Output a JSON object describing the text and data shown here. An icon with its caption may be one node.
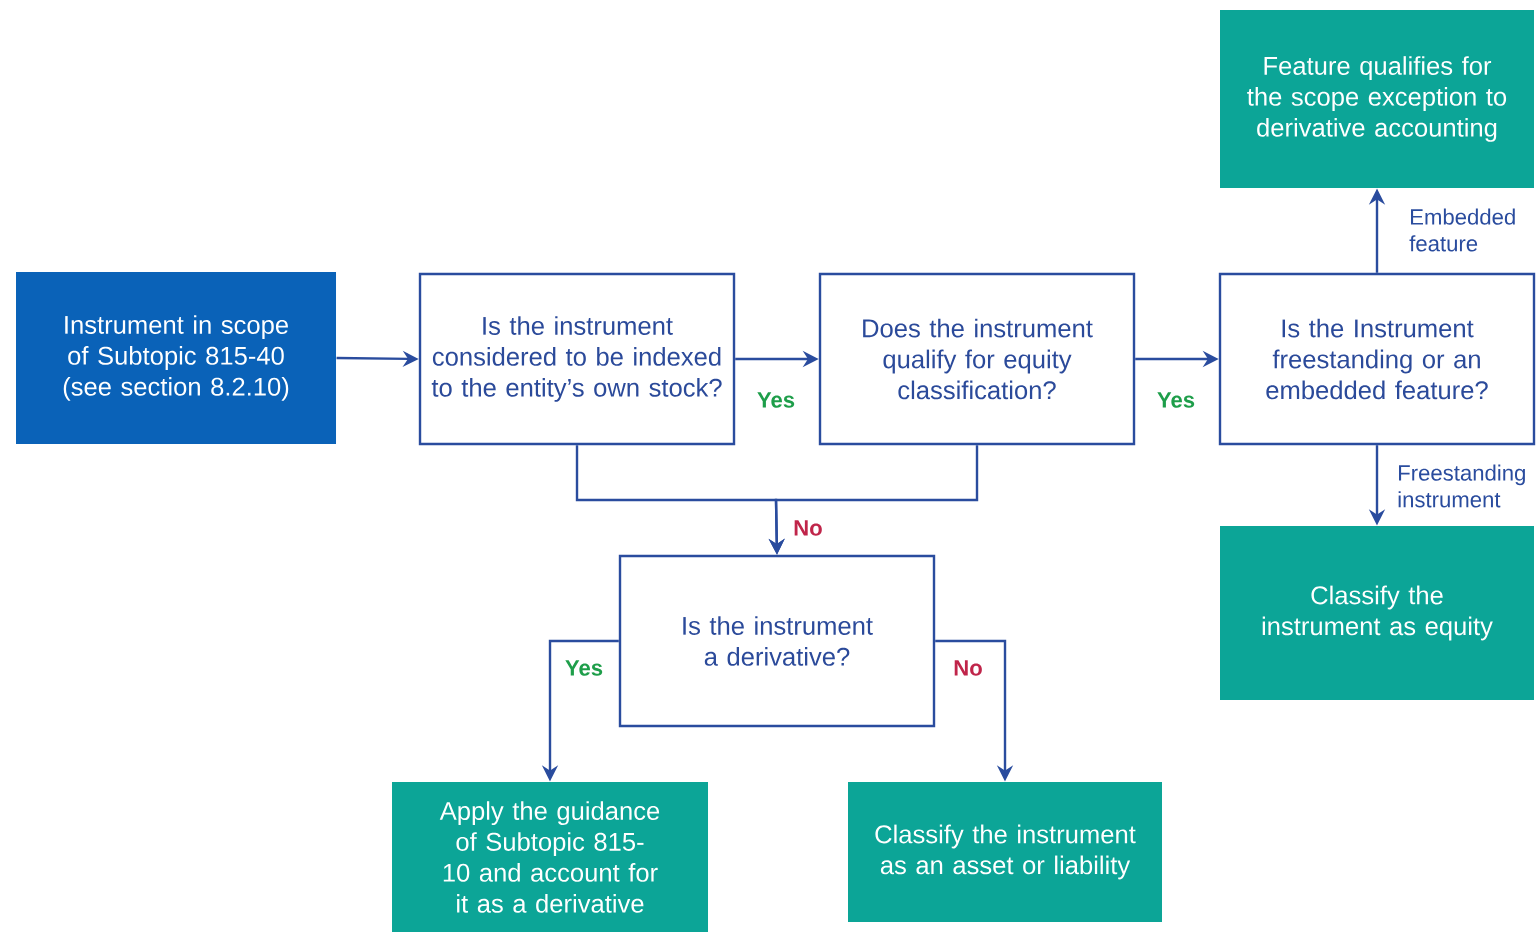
{
  "diagram": {
    "nodes": [
      {
        "text": [
          "Instrument in scope of Subtopic 815-40 (see section 8.2.10)"
        ]
      },
      {
        "text": [
          "Is the instrument considered to be indexed to the entity’s own stock?"
        ]
      },
      {
        "text": [
          "Does the instrument qualify for equity classification?"
        ]
      },
      {
        "text": [
          "Is the Instrument freestanding or an embedded feature?"
        ]
      },
      {
        "text": [
          "Feature qualifies for the scope exception to derivative accounting"
        ]
      },
      {
        "text": [
          "Classify the instrument as equity"
        ]
      },
      {
        "text": [
          "Is the instrument a derivative?"
        ]
      },
      {
        "text": [
          "Apply the guidance of Subtopic 815-10 and account for it as a derivative"
        ]
      },
      {
        "text": [
          "Classify the instrument as an asset or liability"
        ]
      }
    ],
    "edges": [
      {
        "from": 0,
        "to": 1,
        "arrow": "to"
      },
      {
        "from": 1,
        "to": 2,
        "arrow": "to",
        "label": "Yes"
      },
      {
        "from": 2,
        "to": 3,
        "arrow": "to",
        "label": "Yes"
      },
      {
        "from": 3,
        "to": 4,
        "arrow": "to",
        "label": "Embedded feature"
      },
      {
        "from": 3,
        "to": 5,
        "arrow": "to",
        "label": "Freestanding instrument"
      },
      {
        "from": 1,
        "to": 6,
        "arrow": "to",
        "label": "No"
      },
      {
        "from": 2,
        "to": 6,
        "arrow": "to"
      },
      {
        "from": 6,
        "to": 7,
        "arrow": "to",
        "label": "Yes"
      },
      {
        "from": 6,
        "to": 8,
        "arrow": "to",
        "label": "No"
      }
    ]
  }
}
